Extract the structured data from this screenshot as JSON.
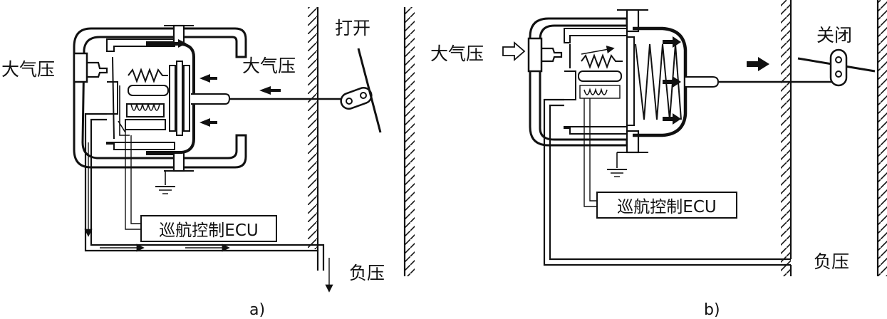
{
  "diagram_a": {
    "caption": "a)",
    "label_atm_left": "大气压",
    "label_atm_right": "大气压",
    "label_open": "打开",
    "label_ecu": "巡航控制ECU",
    "label_vacuum": "负压"
  },
  "diagram_b": {
    "caption": "b)",
    "label_atm": "大气压",
    "label_close": "关闭",
    "label_ecu": "巡航控制ECU",
    "label_vacuum": "负压"
  }
}
